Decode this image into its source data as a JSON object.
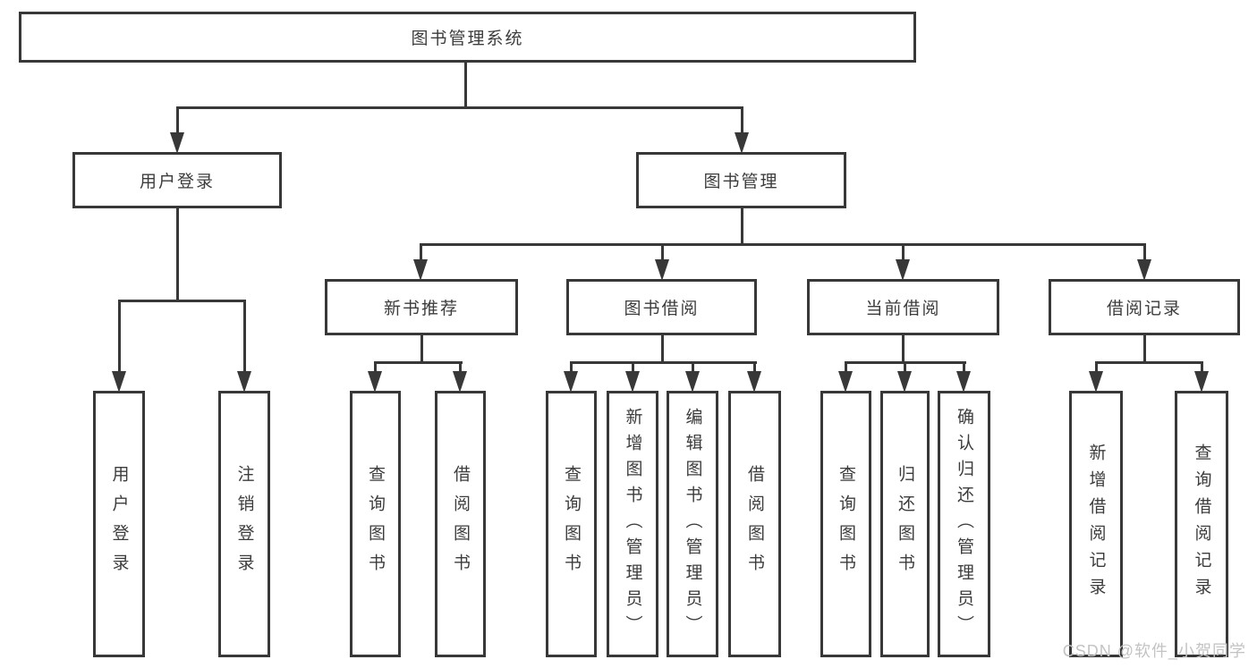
{
  "diagram": {
    "root": {
      "label": "图书管理系统"
    },
    "level2": [
      {
        "label": "用户登录"
      },
      {
        "label": "图书管理"
      }
    ],
    "level3": [
      {
        "label": "新书推荐"
      },
      {
        "label": "图书借阅"
      },
      {
        "label": "当前借阅"
      },
      {
        "label": "借阅记录"
      }
    ],
    "leaves": {
      "user_login": [
        {
          "label": "用户登录"
        },
        {
          "label": "注销登录"
        }
      ],
      "new_book_recommend": [
        {
          "label": "查询图书"
        },
        {
          "label": "借阅图书"
        }
      ],
      "book_borrow": [
        {
          "label": "查询图书"
        },
        {
          "label": "新增图书（管理员）"
        },
        {
          "label": "编辑图书（管理员）"
        },
        {
          "label": "借阅图书"
        }
      ],
      "current_borrow": [
        {
          "label": "查询图书"
        },
        {
          "label": "归还图书"
        },
        {
          "label": "确认归还（管理员）"
        }
      ],
      "borrow_record": [
        {
          "label": "新增借阅记录"
        },
        {
          "label": "查询借阅记录"
        }
      ]
    },
    "watermark": {
      "text": "CSDN @软件_小贺同学"
    },
    "colors": {
      "line": "#383838",
      "text": "#3c3c3c",
      "background": "#ffffff",
      "watermark": "#c3c3c3"
    }
  }
}
